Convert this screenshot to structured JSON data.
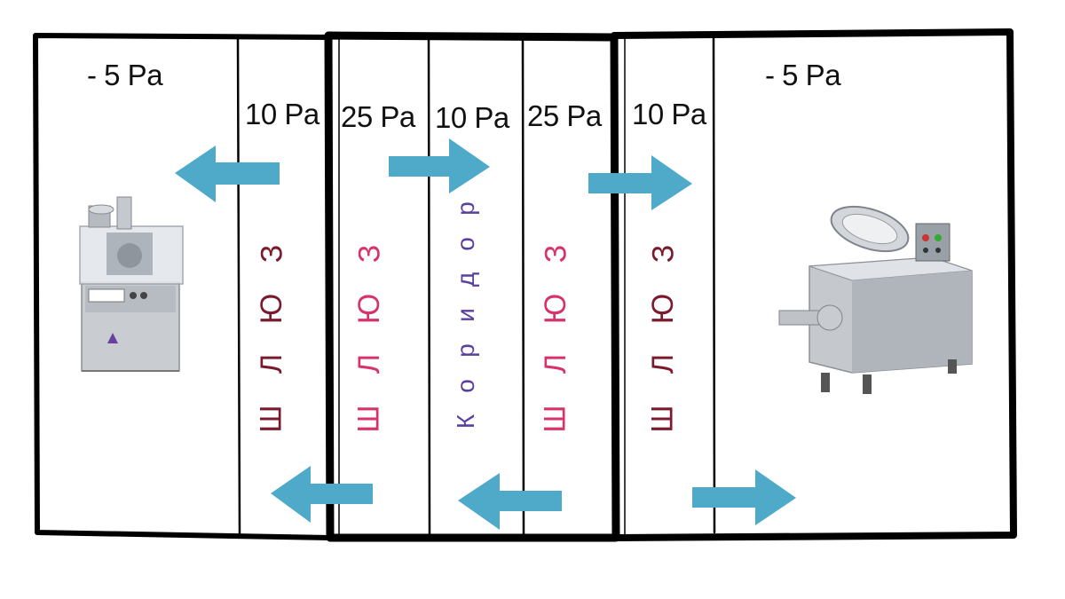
{
  "rooms": {
    "left_production": {
      "pressure": "- 5 Pa"
    },
    "right_production": {
      "pressure": "- 5 Pa"
    }
  },
  "zones": [
    {
      "id": "airlock-1",
      "pressure": "10 Pa",
      "label_letters": [
        "Ш",
        "Л",
        "Ю",
        "З"
      ],
      "label_color": "#7a1a2c"
    },
    {
      "id": "airlock-2",
      "pressure": "25 Pa",
      "label_letters": [
        "Ш",
        "Л",
        "Ю",
        "З"
      ],
      "label_color": "#d6336c"
    },
    {
      "id": "corridor",
      "pressure": "10 Pa",
      "label_letters": [
        "К",
        "о",
        "р",
        "и",
        "д",
        "о",
        "р"
      ],
      "label_color": "#5a3fa0"
    },
    {
      "id": "airlock-3",
      "pressure": "25 Pa",
      "label_letters": [
        "Ш",
        "Л",
        "Ю",
        "З"
      ],
      "label_color": "#d6336c"
    },
    {
      "id": "airlock-4",
      "pressure": "10 Pa",
      "label_letters": [
        "Ш",
        "Л",
        "Ю",
        "З"
      ],
      "label_color": "#7a1a2c"
    }
  ],
  "arrows": {
    "color": "#4fa9c9",
    "top": [
      "left",
      "right",
      "right"
    ],
    "bottom": [
      "left",
      "left",
      "right"
    ]
  },
  "machines": {
    "left": {
      "icon": "tablet-press-machine-icon"
    },
    "right": {
      "icon": "high-shear-mixer-machine-icon"
    }
  }
}
